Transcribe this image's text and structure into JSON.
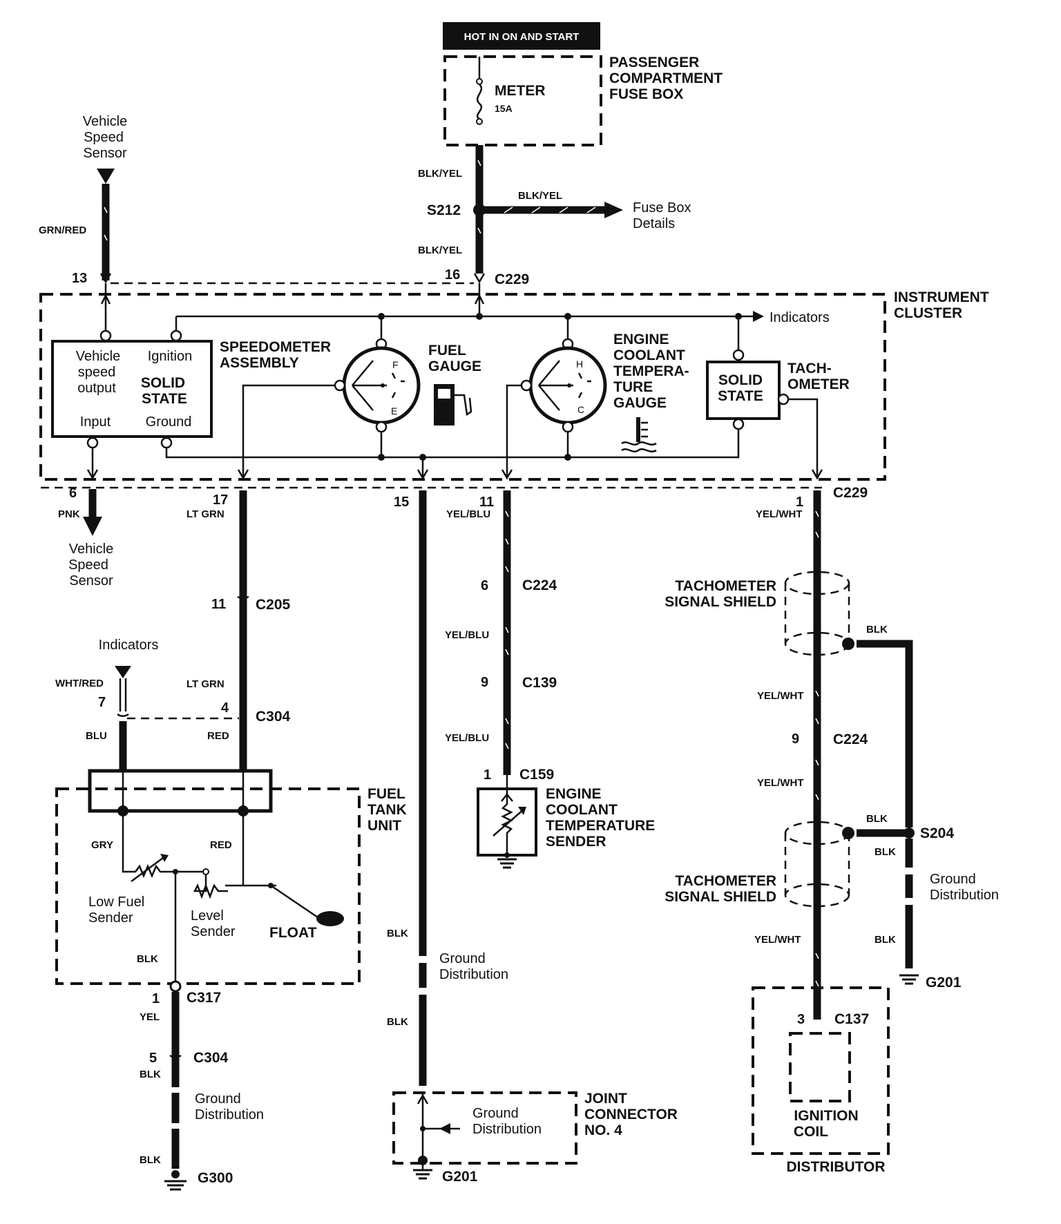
{
  "power": {
    "hot_label": "HOT IN ON AND START",
    "fuse_name": "METER",
    "fuse_rating": "15A",
    "fuse_box": [
      "PASSENGER",
      "COMPARTMENT",
      "FUSE BOX"
    ]
  },
  "splice_s212": "S212",
  "fuse_details": [
    "Fuse Box",
    "Details"
  ],
  "wires": {
    "blk_yel": "BLK/YEL",
    "grn_red": "GRN/RED",
    "pnk": "PNK",
    "lt_grn": "LT GRN",
    "yel_blu": "YEL/BLU",
    "yel_wht": "YEL/WHT",
    "wht_red": "WHT/RED",
    "blu": "BLU",
    "red": "RED",
    "gry": "GRY",
    "blk": "BLK",
    "yel": "YEL"
  },
  "vss_top": [
    "Vehicle",
    "Speed",
    "Sensor"
  ],
  "vss_bottom": [
    "Vehicle",
    "Speed",
    "Sensor"
  ],
  "cluster": {
    "name": [
      "INSTRUMENT",
      "CLUSTER"
    ],
    "indicators": "Indicators",
    "speedo_assembly": [
      "SPEEDOMETER",
      "ASSEMBLY"
    ],
    "solid_state_box": {
      "vso": [
        "Vehicle",
        "speed",
        "output"
      ],
      "ignition": "Ignition",
      "solid": [
        "SOLID",
        "STATE"
      ],
      "input": "Input",
      "ground": "Ground"
    },
    "fuel_gauge": [
      "FUEL",
      "GAUGE"
    ],
    "fuel_f": "F",
    "fuel_e": "E",
    "ect_gauge": [
      "ENGINE",
      "COOLANT",
      "TEMPERA-",
      "TURE",
      "GAUGE"
    ],
    "ect_h": "H",
    "ect_c": "C",
    "tach_solid": [
      "SOLID",
      "STATE"
    ],
    "tach": [
      "TACH-",
      "OMETER"
    ]
  },
  "connectors": {
    "c229": "C229",
    "c205": "C205",
    "c304": "C304",
    "c224": "C224",
    "c139": "C139",
    "c159": "C159",
    "c317": "C317",
    "c137": "C137",
    "s204": "S204",
    "g201": "G201",
    "g300": "G300"
  },
  "pins": {
    "p13": "13",
    "p16": "16",
    "p6": "6",
    "p17": "17",
    "p15": "15",
    "p11": "11",
    "p1": "1",
    "p11b": "11",
    "p4": "4",
    "p7": "7",
    "p6b": "6",
    "p9": "9",
    "p1b": "1",
    "p9b": "9",
    "p1c": "1",
    "p5": "5",
    "p3": "3"
  },
  "indicators2": "Indicators",
  "fuel_tank": {
    "name": [
      "FUEL",
      "TANK",
      "UNIT"
    ],
    "low_fuel": [
      "Low Fuel",
      "Sender"
    ],
    "level": [
      "Level",
      "Sender"
    ],
    "float": "FLOAT"
  },
  "ect_sender": [
    "ENGINE",
    "COOLANT",
    "TEMPERATURE",
    "SENDER"
  ],
  "ground_dist": [
    "Ground",
    "Distribution"
  ],
  "joint_connector": [
    "JOINT",
    "CONNECTOR",
    "NO. 4"
  ],
  "tach_shield": [
    "TACHOMETER",
    "SIGNAL SHIELD"
  ],
  "ignition_coil": [
    "IGNITION",
    "COIL"
  ],
  "distributor": "DISTRIBUTOR"
}
